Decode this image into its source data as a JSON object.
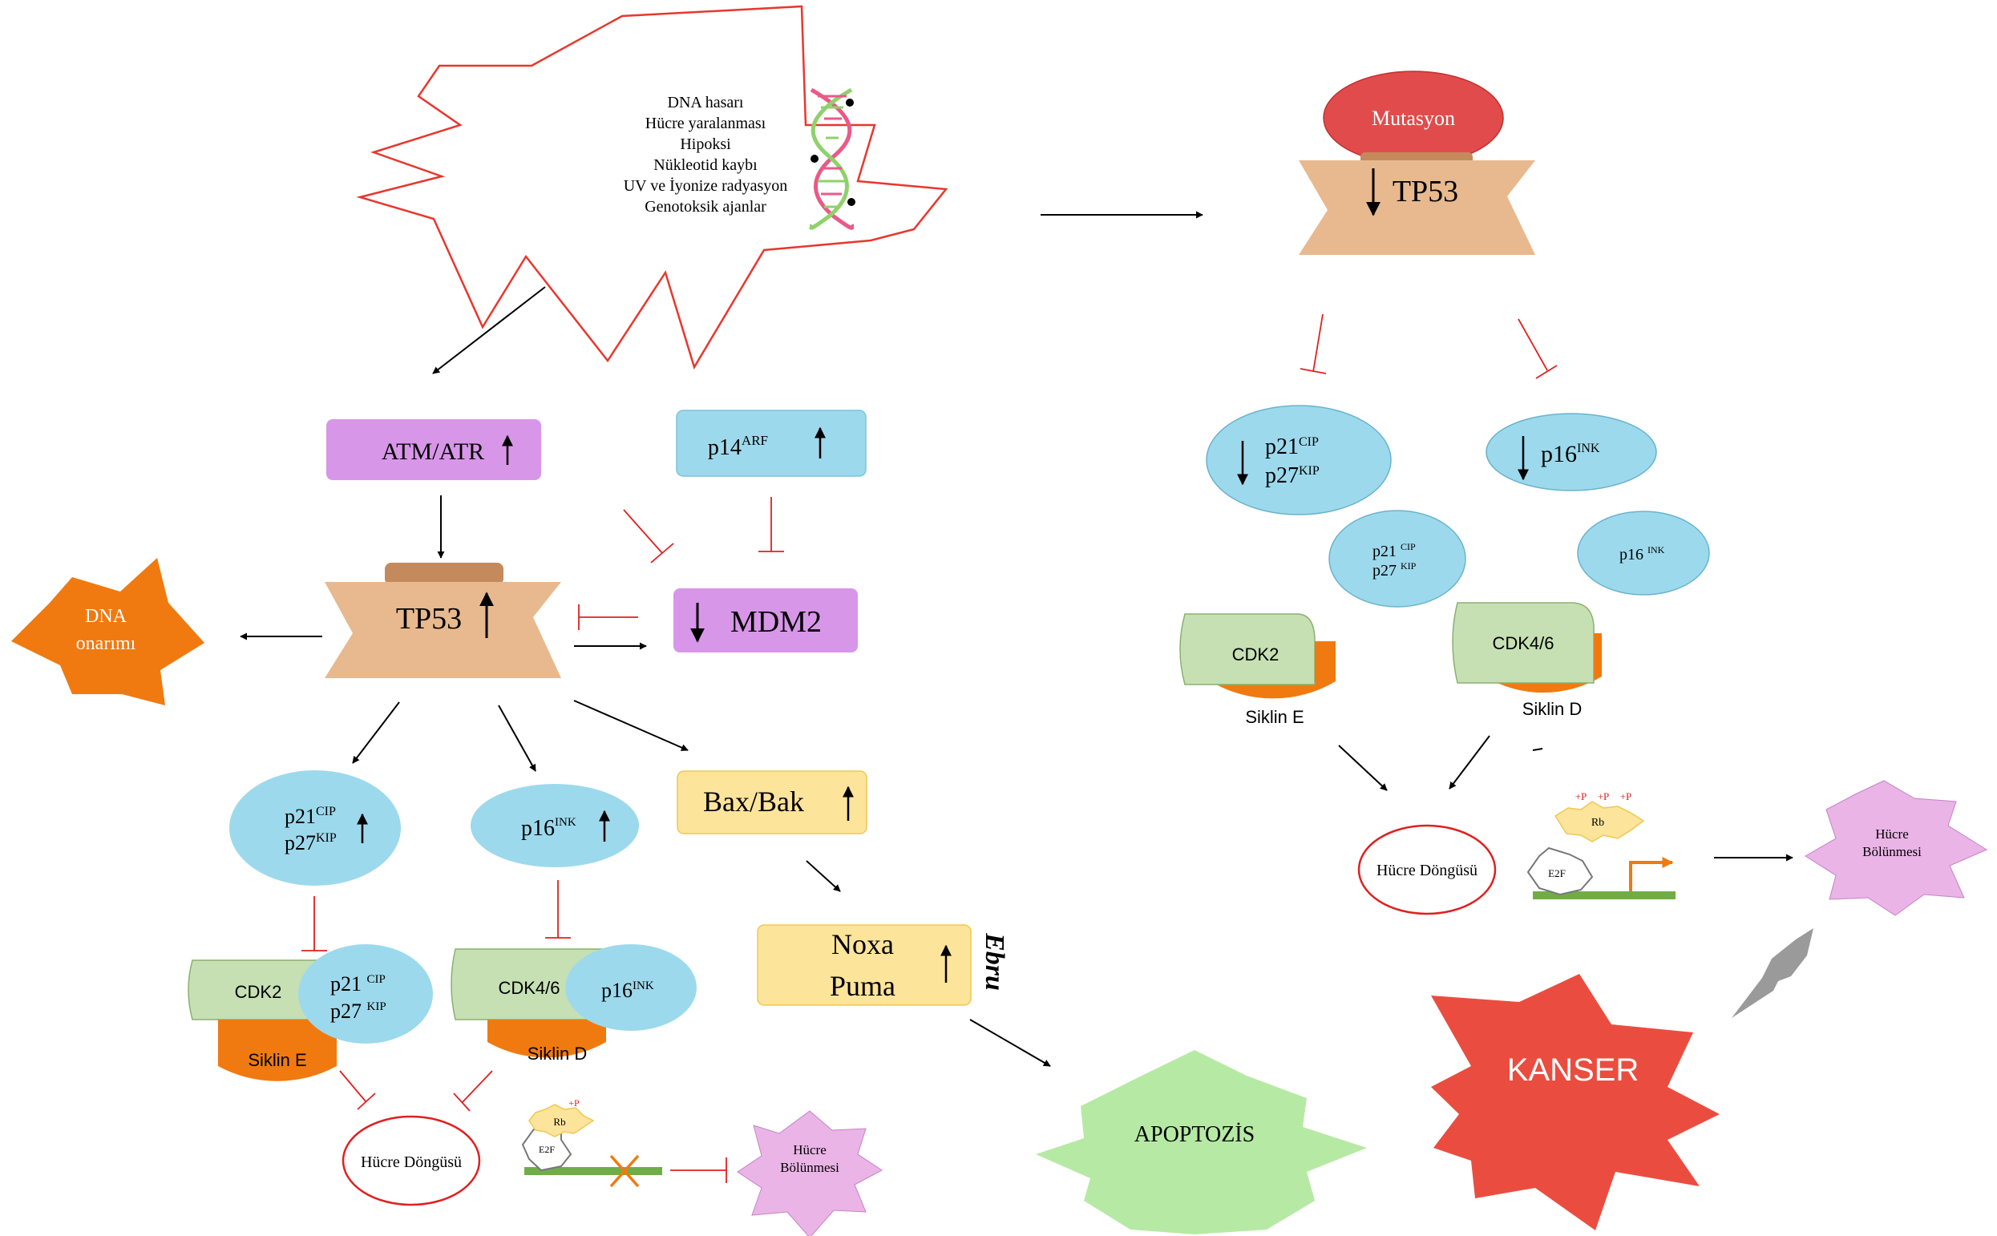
{
  "colors": {
    "tp53": "#e8b98e",
    "tp53_notch": "#c48a5c",
    "purple": "#d896e8",
    "blue": "#9dd9ec",
    "yellow": "#fde49b",
    "yellow_border": "#f0c850",
    "green_cdk": "#c6e0b4",
    "orange": "#f07a10",
    "mutasyon": "#e24b4b",
    "apoptozis": "#b6eaa4",
    "kanser": "#ea4d3f",
    "pink": "#eab4e6",
    "black_arrow": "#000000",
    "red_inhibit": "#e02020",
    "gray_bolt": "#9a9a9a",
    "dna_pink": "#e95a87",
    "dna_green": "#8fd16a"
  },
  "stress": {
    "lines": [
      "DNA hasarı",
      "Hücre yaralanması",
      "Hipoksi",
      "Nükleotid kaybı",
      "UV ve İyonize  radyasyon",
      "Genotoksik ajanlar"
    ],
    "dna_icon": "dna-helix-icon"
  },
  "left": {
    "atm_atr": "ATM/ATR",
    "p14": "p14",
    "p14_sup": "ARF",
    "tp53": "TP53",
    "mdm2": "MDM2",
    "dna_onarimi": [
      "DNA",
      "onarımı"
    ],
    "p21": "p21",
    "p21_sup": "CIP",
    "p27": "p27",
    "p27_sup": "KIP",
    "p16": "p16",
    "p16_sup": "INK",
    "bax_bak": "Bax/Bak",
    "noxa": "Noxa",
    "puma": "Puma",
    "cdk2": "CDK2",
    "cdk2_p21": "p21 ",
    "cdk2_p21_sup": "CIP",
    "cdk2_p27": "p27 ",
    "cdk2_p27_sup": "KIP",
    "siklin_e": "Siklin E",
    "cdk46": "CDK4/6",
    "cdk46_p16": "p16",
    "cdk46_p16_sup": "INK",
    "siklin_d": "Siklin D",
    "hucre_dongusu": "Hücre Döngüsü",
    "rb": "Rb",
    "rb_plus": "+P",
    "e2f": "E2F",
    "hucre_bolunmesi": [
      "Hücre",
      "Bölünmesi"
    ],
    "apoptozis": "APOPTOZİS",
    "signature": "Ebru"
  },
  "right": {
    "mutasyon": "Mutasyon",
    "tp53": "TP53",
    "p21": "p21",
    "p21_sup": "CIP",
    "p27": "p27",
    "p27_sup": "KIP",
    "p16": "p16",
    "p16_sup": "INK",
    "small_p21": "p21 ",
    "small_p21_sup": "CIP",
    "small_p27": "p27 ",
    "small_p27_sup": "KIP",
    "small_p16": "p16 ",
    "small_p16_sup": "INK",
    "cdk2": "CDK2",
    "siklin_e": "Siklin E",
    "cdk46": "CDK4/6",
    "siklin_d": "Siklin D",
    "hucre_dongusu": "Hücre Döngüsü",
    "rb": "Rb",
    "rb_plus": [
      "+P",
      "+P",
      "+P"
    ],
    "e2f": "E2F",
    "hucre_bolunmesi": [
      "Hücre",
      "Bölünmesi"
    ],
    "kanser": "KANSER"
  }
}
